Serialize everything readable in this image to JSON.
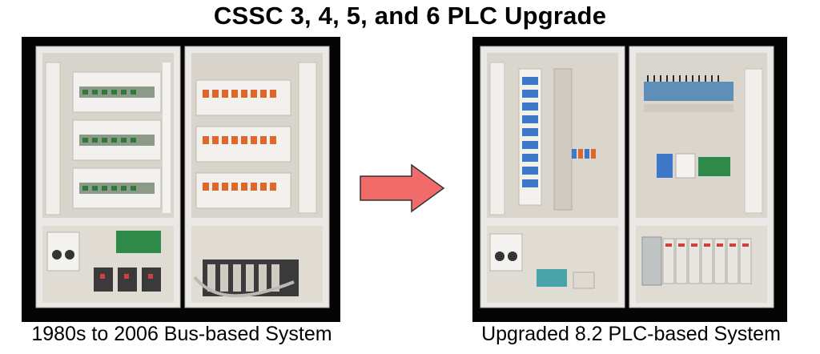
{
  "title": "CSSC 3, 4, 5, and 6 PLC Upgrade",
  "left_panel": {
    "caption": "1980s to 2006 Bus-based System",
    "image": "photo-of-legacy-bus-based-control-cabinet"
  },
  "right_panel": {
    "caption": "Upgraded 8.2 PLC-based System",
    "image": "photo-of-upgraded-plc-control-cabinet"
  },
  "arrow": {
    "icon": "right-arrow-icon",
    "fill": "#f26b6b",
    "stroke": "#333333"
  },
  "colors": {
    "cabinet_frame": "#e8e6e2",
    "cabinet_interior": "#dcd8d0",
    "relay_orange": "#e0662a",
    "terminal_blue": "#3f78c8",
    "plc_module": "#e9e6df",
    "board_green": "#2f8a4a"
  }
}
